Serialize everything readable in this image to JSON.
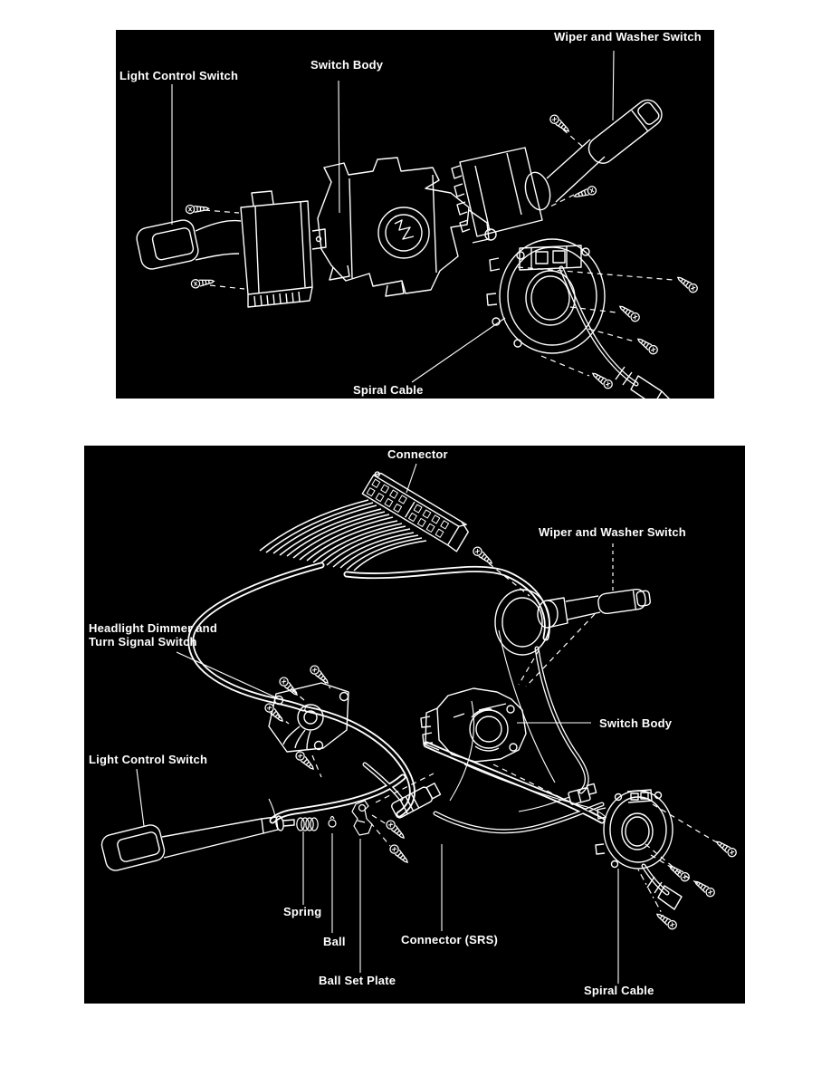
{
  "figure": {
    "colors": {
      "page_background": "#ffffff",
      "panel_background": "#000000",
      "line": "#ffffff"
    },
    "panels": [
      {
        "name": "exploded_view",
        "labels": {
          "light_control_switch": "Light Control Switch",
          "switch_body": "Switch Body",
          "wiper_washer_switch": "Wiper and Washer Switch",
          "spiral_cable": "Spiral Cable"
        }
      },
      {
        "name": "harness_view",
        "labels": {
          "connector": "Connector",
          "wiper_washer_switch": "Wiper and Washer Switch",
          "headlight_dimmer_line1": "Headlight Dimmer and",
          "headlight_dimmer_line2": "Turn Signal Switch",
          "switch_body": "Switch Body",
          "light_control_switch": "Light Control Switch",
          "spring": "Spring",
          "ball": "Ball",
          "connector_srs": "Connector (SRS)",
          "ball_set_plate": "Ball Set Plate",
          "spiral_cable": "Spiral Cable"
        }
      }
    ]
  }
}
